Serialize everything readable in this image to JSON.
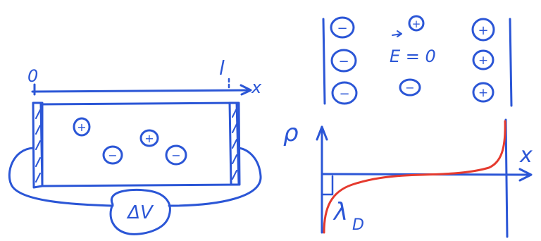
{
  "colors": {
    "ink": "#2b56d6",
    "curve": "#e53a2e",
    "background": "#ffffff"
  },
  "left_panel": {
    "origin_label": "0",
    "end_label": "l",
    "axis_label": "x",
    "source_label": "ΔV",
    "charges": [
      "+",
      "+",
      "−",
      "−"
    ]
  },
  "right_panel": {
    "field_label": "E = 0",
    "left_column_charges": [
      "−",
      "−",
      "−"
    ],
    "middle_charges": [
      "+",
      "−"
    ],
    "right_column_charges": [
      "+",
      "+",
      "+"
    ],
    "plot": {
      "y_axis_label": "ρ",
      "x_axis_label": "x",
      "length_label": "λ",
      "length_subscript": "D"
    }
  }
}
